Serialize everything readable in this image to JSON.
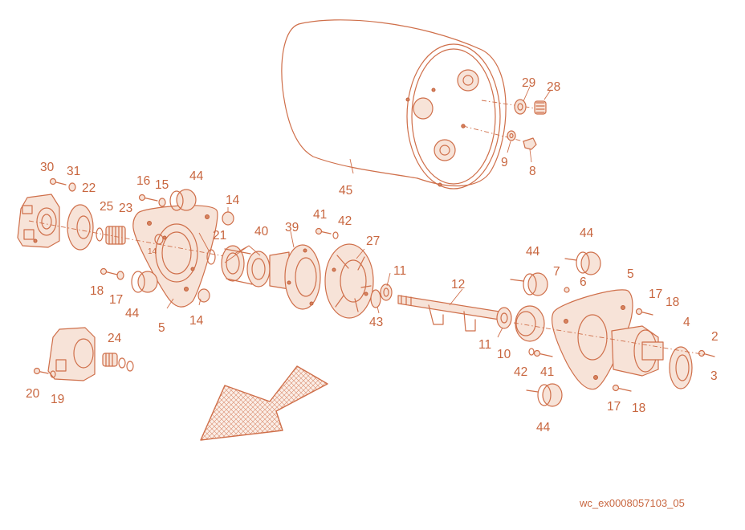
{
  "callouts": [
    {
      "id": "c30",
      "text": "30"
    },
    {
      "id": "c31",
      "text": "31"
    },
    {
      "id": "c22",
      "text": "22"
    },
    {
      "id": "c25",
      "text": "25"
    },
    {
      "id": "c23",
      "text": "23"
    },
    {
      "id": "c16",
      "text": "16"
    },
    {
      "id": "c15",
      "text": "15"
    },
    {
      "id": "c44a",
      "text": "44"
    },
    {
      "id": "c14a",
      "text": "14"
    },
    {
      "id": "c14b",
      "text": "14"
    },
    {
      "id": "c21",
      "text": "21"
    },
    {
      "id": "c18a",
      "text": "18"
    },
    {
      "id": "c17a",
      "text": "17"
    },
    {
      "id": "c44b",
      "text": "44"
    },
    {
      "id": "c5a",
      "text": "5"
    },
    {
      "id": "c14c",
      "text": "14"
    },
    {
      "id": "c39",
      "text": "39"
    },
    {
      "id": "c40",
      "text": "40"
    },
    {
      "id": "c41a",
      "text": "41"
    },
    {
      "id": "c42a",
      "text": "42"
    },
    {
      "id": "c27",
      "text": "27"
    },
    {
      "id": "c45",
      "text": "45"
    },
    {
      "id": "c29",
      "text": "29"
    },
    {
      "id": "c28",
      "text": "28"
    },
    {
      "id": "c9",
      "text": "9"
    },
    {
      "id": "c8",
      "text": "8"
    },
    {
      "id": "c11a",
      "text": "11"
    },
    {
      "id": "c12",
      "text": "12"
    },
    {
      "id": "c43",
      "text": "43"
    },
    {
      "id": "c11b",
      "text": "11"
    },
    {
      "id": "c10",
      "text": "10"
    },
    {
      "id": "c42b",
      "text": "42"
    },
    {
      "id": "c41b",
      "text": "41"
    },
    {
      "id": "c44c",
      "text": "44"
    },
    {
      "id": "c44d",
      "text": "44"
    },
    {
      "id": "c7",
      "text": "7"
    },
    {
      "id": "c6",
      "text": "6"
    },
    {
      "id": "c5b",
      "text": "5"
    },
    {
      "id": "c17b",
      "text": "17"
    },
    {
      "id": "c18b",
      "text": "18"
    },
    {
      "id": "c4",
      "text": "4"
    },
    {
      "id": "c2",
      "text": "2"
    },
    {
      "id": "c3",
      "text": "3"
    },
    {
      "id": "c17c",
      "text": "17"
    },
    {
      "id": "c18c",
      "text": "18"
    },
    {
      "id": "c44e",
      "text": "44"
    },
    {
      "id": "c24",
      "text": "24"
    },
    {
      "id": "c20",
      "text": "20"
    },
    {
      "id": "c19",
      "text": "19"
    }
  ],
  "reference_code": "wc_ex0008057103_05",
  "colors": {
    "line": "#cf6f4a",
    "label": "#c8663f",
    "background": "#ffffff",
    "fill": "#f7e3d8"
  }
}
